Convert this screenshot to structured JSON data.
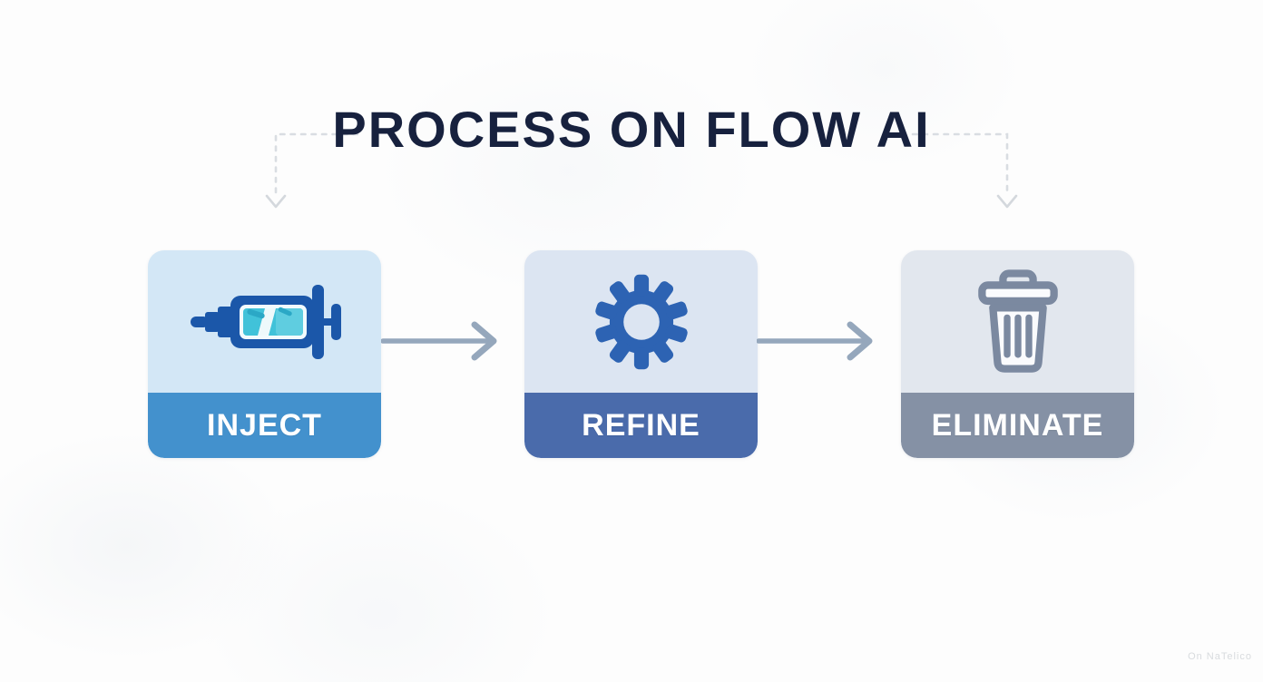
{
  "title": "PROCESS ON FLOW AI",
  "title_color": "#17213e",
  "steps": [
    {
      "label": "INJECT",
      "icon": "syringe-icon",
      "body_color": "#d3e7f6",
      "bar_color": "#4391cd",
      "icon_color": "#1b57a9",
      "icon_accent_color": "#41c2d9"
    },
    {
      "label": "REFINE",
      "icon": "gear-icon",
      "body_color": "#dce5f2",
      "bar_color": "#4a6bab",
      "icon_color": "#2d63b3"
    },
    {
      "label": "ELIMINATE",
      "icon": "trash-icon",
      "body_color": "#e2e7ee",
      "bar_color": "#8591a5",
      "icon_color": "#7b89a0"
    }
  ],
  "label_text_color": "#ffffff",
  "connectors": {
    "solid_arrow_color": "#95a7bc",
    "dashed_arrow_color": "#d9dde2"
  },
  "watermark": "On NaTelico"
}
